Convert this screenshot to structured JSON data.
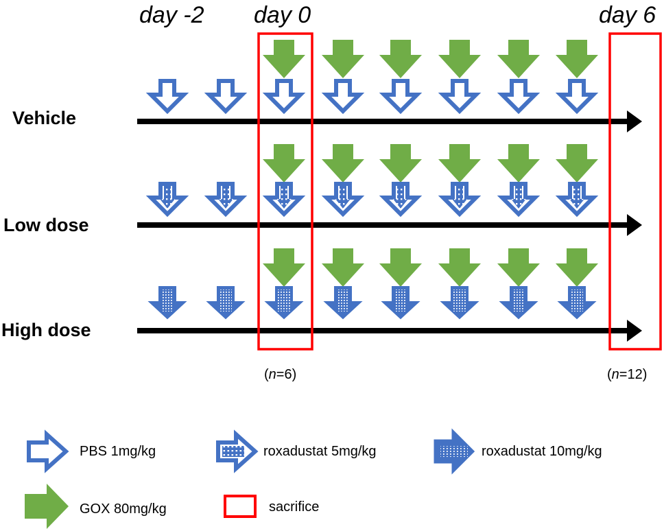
{
  "colors": {
    "blue": "#4472C4",
    "green": "#70AD47",
    "red": "#FF0000",
    "black": "#000000"
  },
  "days": {
    "day_minus2": "day -2",
    "day_0": "day 0",
    "day_6": "day 6"
  },
  "rows": [
    {
      "label": "Vehicle",
      "blue_arrow_style": "open"
    },
    {
      "label": "Low dose",
      "blue_arrow_style": "dotted"
    },
    {
      "label": "High dose",
      "blue_arrow_style": "filled"
    }
  ],
  "sacrifice_notes": {
    "day0_n_prefix": "(",
    "day0_n_italic": "n",
    "day0_n_value": "=6)",
    "day6_n_prefix": "(",
    "day6_n_italic": "n",
    "day6_n_value": "=12)"
  },
  "legend": {
    "pbs": "PBS  1mg/kg",
    "rox5": "roxadustat 5mg/kg",
    "rox10": "roxadustat 10mg/kg",
    "gox": "GOX 80mg/kg",
    "sacrifice": "sacrifice"
  }
}
